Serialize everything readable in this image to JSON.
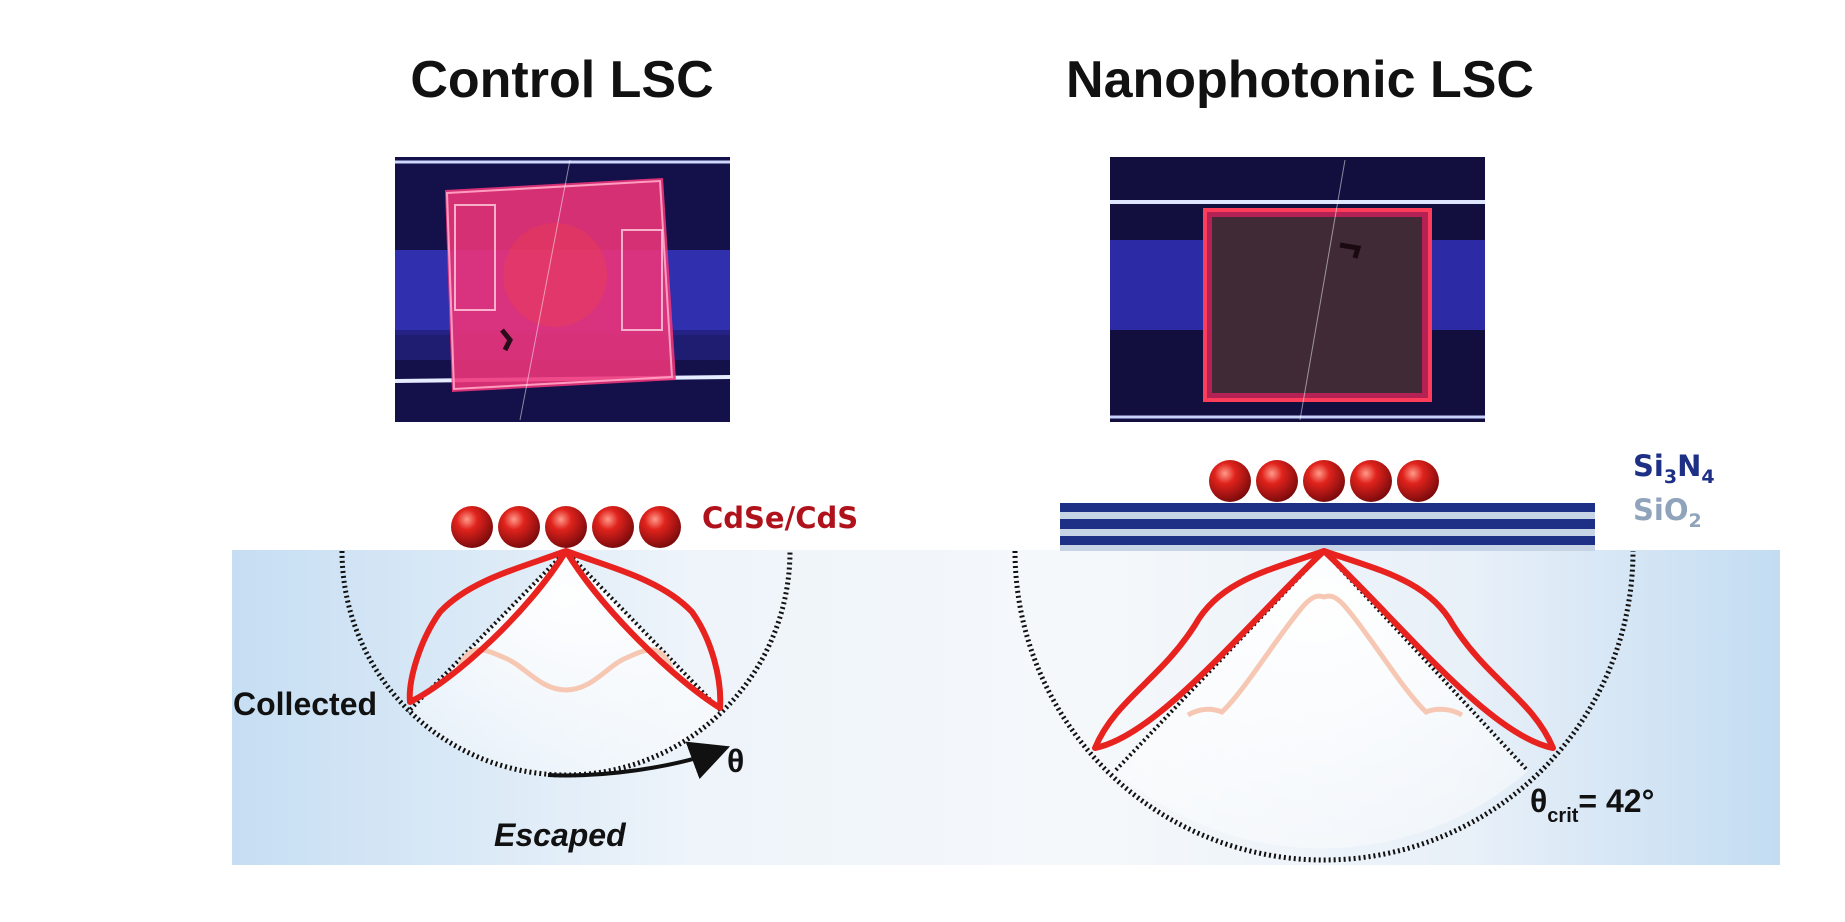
{
  "titles": {
    "control": "Control LSC",
    "nanophotonic": "Nanophotonic LSC"
  },
  "quantum_dots": {
    "label": "CdSe/CdS",
    "count_control": 5,
    "count_nanophotonic": 5
  },
  "layers": {
    "si_base": "Si",
    "si_sub": "3",
    "n_base": "N",
    "n_sub": "4",
    "sio_base": "SiO",
    "sio_sub": "2"
  },
  "annotations": {
    "collected": "Collected",
    "escaped": "Escaped",
    "theta": "θ",
    "theta_crit_base": "θ",
    "theta_crit_sub": "crit",
    "theta_crit_value": "= 42°"
  },
  "critical_angle_deg": 42,
  "colors": {
    "emission": "#e8231f",
    "emission_faint": "#f6c8b4",
    "qd": "#c8101a",
    "qd_label": "#b0121b",
    "si3n4": "#1e2f86",
    "sio2": "#8fa3ba",
    "substrate_light": "#f4f8fc",
    "substrate_dark": "#c4ddf2"
  }
}
